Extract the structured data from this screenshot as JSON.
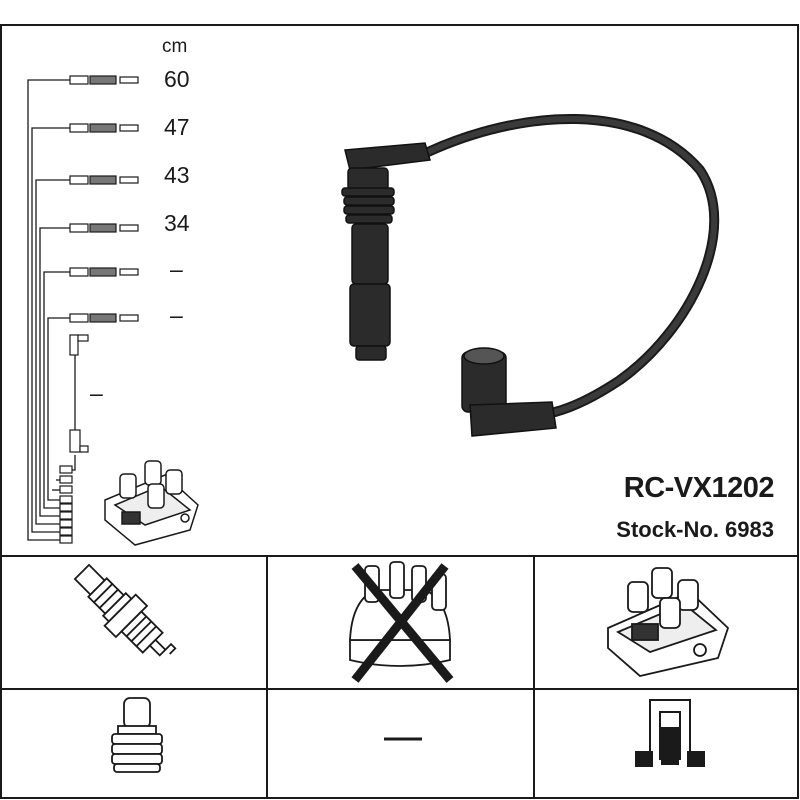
{
  "unit_label": "cm",
  "lengths": [
    "60",
    "47",
    "43",
    "34",
    "–",
    "–",
    "–"
  ],
  "part_number": "RC-VX1202",
  "stock_line": "Stock-No. 6983",
  "icons": {
    "spark_plug": "spark-plug-icon",
    "distributor_cap": "distributor-cap-crossed-icon",
    "ignition_coil": "ignition-coil-icon",
    "plug_connector": "plug-connector-icon",
    "dash": "dash-icon",
    "terminal": "coil-terminal-icon"
  },
  "colors": {
    "line": "#1a1a1a",
    "cable": "#2b2b2b",
    "background": "#ffffff"
  }
}
